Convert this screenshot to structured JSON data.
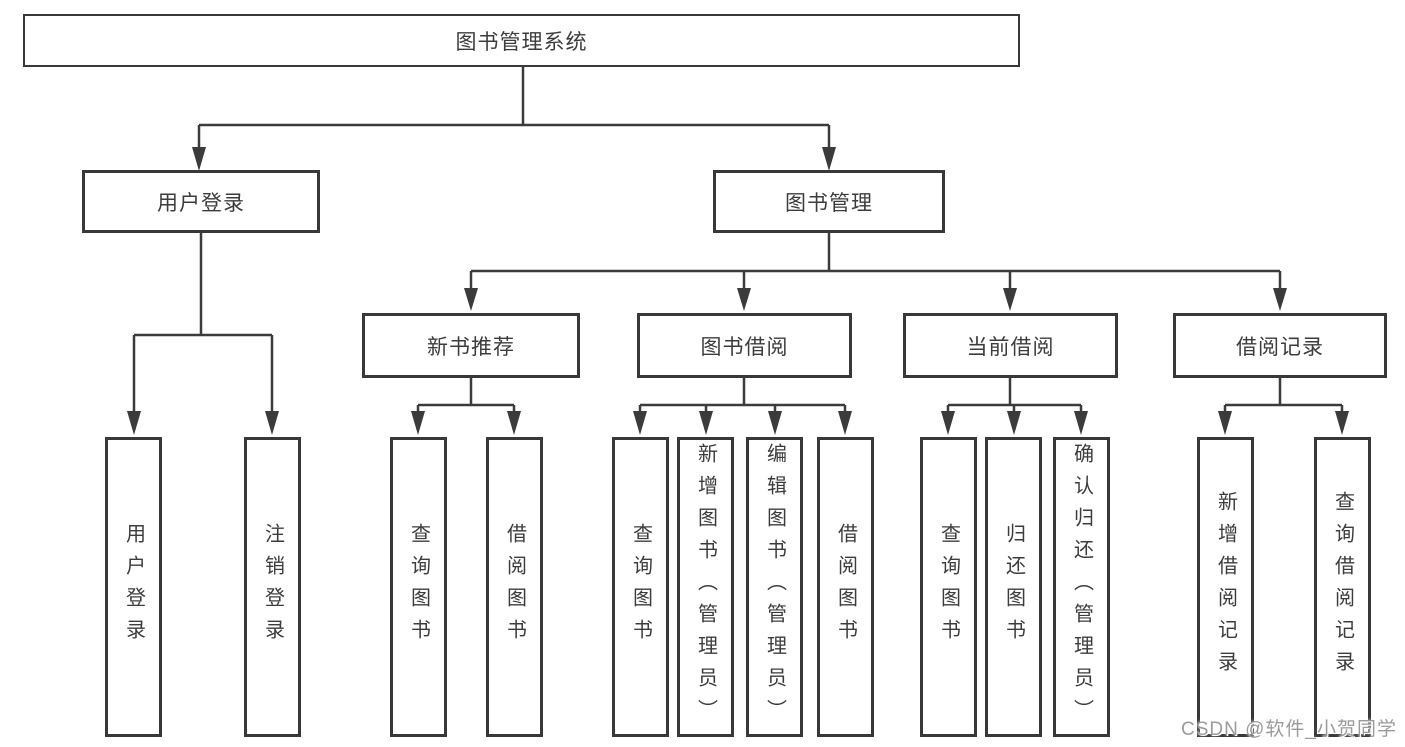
{
  "diagram": {
    "tree": {
      "label": "图书管理系统",
      "children": [
        {
          "label": "用户登录",
          "children": [
            {
              "label": "用户登录"
            },
            {
              "label": "注销登录"
            }
          ]
        },
        {
          "label": "图书管理",
          "children": [
            {
              "label": "新书推荐",
              "children": [
                {
                  "label": "查询图书"
                },
                {
                  "label": "借阅图书"
                }
              ]
            },
            {
              "label": "图书借阅",
              "children": [
                {
                  "label": "查询图书"
                },
                {
                  "label": "新增图书（管理员）"
                },
                {
                  "label": "编辑图书（管理员）"
                },
                {
                  "label": "借阅图书"
                }
              ]
            },
            {
              "label": "当前借阅",
              "children": [
                {
                  "label": "查询图书"
                },
                {
                  "label": "归还图书"
                },
                {
                  "label": "确认归还（管理员）"
                }
              ]
            },
            {
              "label": "借阅记录",
              "children": [
                {
                  "label": "新增借阅记录"
                },
                {
                  "label": "查询借阅记录"
                }
              ]
            }
          ]
        }
      ]
    }
  },
  "watermark": {
    "text": "CSDN @软件_小贺同学"
  },
  "colors": {
    "line": "#3b3b3b",
    "box_border": "#383838",
    "text": "#3c3c3c",
    "watermark": "#9b9b9b",
    "background": "#ffffff"
  }
}
